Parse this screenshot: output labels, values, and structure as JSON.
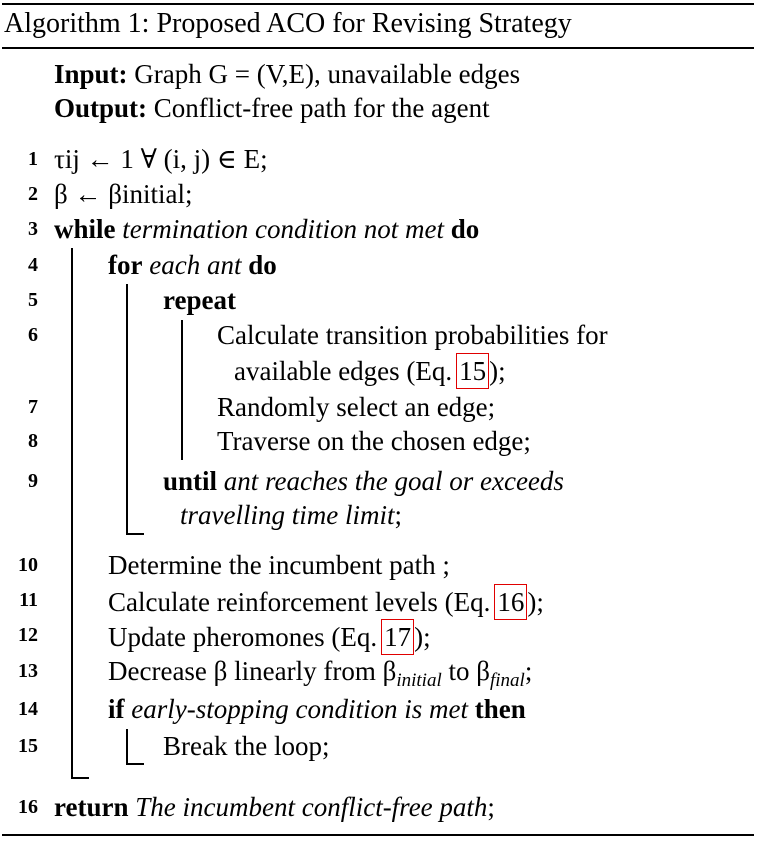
{
  "header": {
    "caption": "Algorithm 1: Proposed ACO for Revising Strategy"
  },
  "io": {
    "input_label": "Input:",
    "input_text": "Graph G = (V,E), unavailable edges",
    "output_label": "Output:",
    "output_text": "Conflict-free path for the agent"
  },
  "lines": {
    "l1": {
      "num": "1",
      "text": "τij ← 1 ∀ (i, j) ∈ E;"
    },
    "l2": {
      "num": "2",
      "text": "β ← βinitial;"
    },
    "l3": {
      "num": "3",
      "kw1": "while",
      "cond": "termination condition not met",
      "kw2": "do"
    },
    "l4": {
      "num": "4",
      "kw1": "for",
      "cond": "each ant",
      "kw2": "do"
    },
    "l5": {
      "num": "5",
      "kw1": "repeat"
    },
    "l6": {
      "num": "6",
      "text_a": "Calculate transition probabilities for",
      "text_b": "available edges (Eq.",
      "ref": "15",
      "tail": ");"
    },
    "l7": {
      "num": "7",
      "text": "Randomly select an edge;"
    },
    "l8": {
      "num": "8",
      "text": "Traverse on the chosen edge;"
    },
    "l9": {
      "num": "9",
      "kw1": "until",
      "cond_a": "ant reaches the goal or exceeds",
      "cond_b": "travelling time limit",
      "tail": ";"
    },
    "l10": {
      "num": "10",
      "text": "Determine the incumbent path ;"
    },
    "l11": {
      "num": "11",
      "text": "Calculate reinforcement levels (Eq.",
      "ref": "16",
      "tail": ");"
    },
    "l12": {
      "num": "12",
      "text": "Update pheromones (Eq.",
      "ref": "17",
      "tail": ");"
    },
    "l13": {
      "num": "13",
      "pre": "Decrease β linearly from β",
      "sub1": "initial",
      "mid": " to β",
      "sub2": "final",
      "tail": ";"
    },
    "l14": {
      "num": "14",
      "kw1": "if",
      "cond": "early-stopping condition is met",
      "kw2": "then"
    },
    "l15": {
      "num": "15",
      "text": "Break the loop;"
    },
    "l16": {
      "num": "16",
      "kw1": "return",
      "cond": "The incumbent conflict-free path",
      "tail": ";"
    }
  },
  "colors": {
    "reference_box": "#e00000"
  }
}
